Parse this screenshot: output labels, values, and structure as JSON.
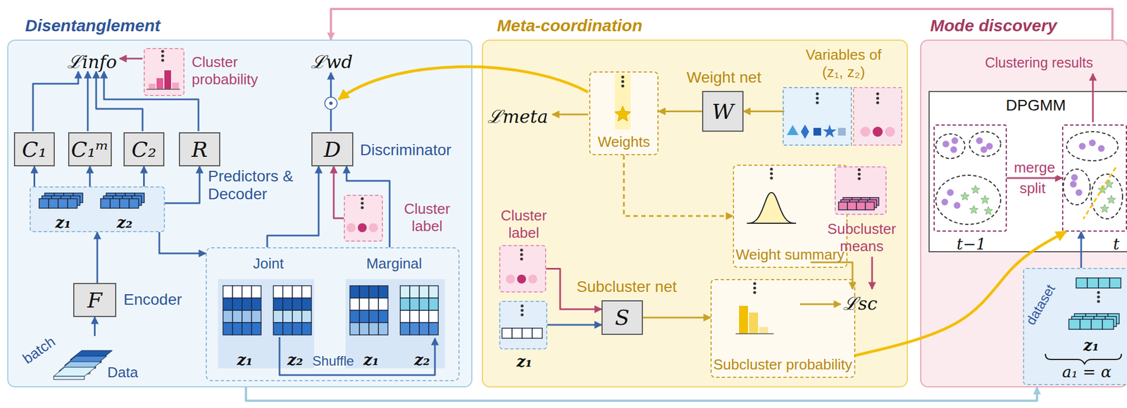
{
  "diagram": {
    "nodes": [
      {
        "text": [
          "Disentanglement"
        ]
      },
      {
        "text": [
          "C₁"
        ],
        "in": 0
      },
      {
        "text": [
          "C₁ᵐ"
        ],
        "in": 0
      },
      {
        "text": [
          "C₂"
        ],
        "in": 0
      },
      {
        "text": [
          "R"
        ],
        "in": 0
      },
      {
        "text": [
          "z₁",
          "z₂"
        ],
        "in": 0
      },
      {
        "text": [
          "F",
          "Encoder"
        ],
        "in": 0
      },
      {
        "text": [
          "D",
          "Discriminator"
        ],
        "in": 0
      },
      {
        "text": [
          "Joint",
          "Marginal",
          "z₁",
          "z₂",
          "z₁",
          "z₂",
          "Shuffle"
        ],
        "in": 0
      },
      {
        "text": [
          "Cluster label"
        ],
        "in": 0
      },
      {
        "text": [
          "Cluster probability"
        ],
        "in": 0
      },
      {
        "text": [
          "batch",
          "Data"
        ],
        "in": 0
      },
      {
        "text": [
          "Meta-coordination"
        ]
      },
      {
        "text": [
          "Weights"
        ],
        "in": 12
      },
      {
        "text": [
          "W",
          "Weight net"
        ],
        "in": 12
      },
      {
        "text": [
          "Variables of (z₁, z₂)"
        ],
        "in": 12
      },
      {
        "text": [
          "Weight summary"
        ],
        "in": 12
      },
      {
        "text": [
          "Subcluster means"
        ],
        "in": 12
      },
      {
        "text": [
          "Cluster label"
        ],
        "in": 12
      },
      {
        "text": [
          "z₁"
        ],
        "in": 12
      },
      {
        "text": [
          "S",
          "Subcluster net"
        ],
        "in": 12
      },
      {
        "text": [
          "Subcluster probability"
        ],
        "in": 12
      },
      {
        "text": [
          "Mode discovery"
        ]
      },
      {
        "text": [
          "DPGMM"
        ],
        "in": 22
      },
      {
        "text": [
          "t−1"
        ],
        "in": 23
      },
      {
        "text": [
          "t"
        ],
        "in": 23
      },
      {
        "text": [
          "dataset",
          "z₁",
          "a₁ = α"
        ],
        "in": 22
      }
    ],
    "edges": [
      {
        "from": 11,
        "to": 6,
        "arrow": "to"
      },
      {
        "from": 6,
        "to": 5,
        "arrow": "to"
      },
      {
        "from": 5,
        "to": 1,
        "arrow": "to"
      },
      {
        "from": 5,
        "to": 2,
        "arrow": "to"
      },
      {
        "from": 5,
        "to": 3,
        "arrow": "to"
      },
      {
        "from": 5,
        "to": 4,
        "arrow": "to"
      },
      {
        "from": 5,
        "to": 8,
        "arrow": "to"
      },
      {
        "from": 8,
        "to": 7,
        "arrow": "to"
      },
      {
        "from": 9,
        "to": 7,
        "arrow": "to"
      },
      {
        "from": 14,
        "to": 13,
        "arrow": "to"
      },
      {
        "from": 15,
        "to": 14,
        "arrow": "to"
      },
      {
        "from": 13,
        "to": 16,
        "arrow": "to"
      },
      {
        "from": 18,
        "to": 20,
        "arrow": "to"
      },
      {
        "from": 19,
        "to": 20,
        "arrow": "to"
      },
      {
        "from": 20,
        "to": 21,
        "arrow": "to"
      },
      {
        "from": 21,
        "to": 25,
        "arrow": "to"
      },
      {
        "from": 24,
        "to": 25,
        "label": "merge",
        "arrow": "to"
      },
      {
        "from": 26,
        "to": 25,
        "arrow": "to"
      },
      {
        "from": 22,
        "to": 0,
        "arrow": "to"
      },
      {
        "from": 0,
        "to": 22,
        "arrow": "to"
      }
    ],
    "labels": [
      "ℒinfo",
      "ℒwd",
      "Predictors & Decoder",
      "ℒmeta",
      "ℒsc",
      "Clustering results",
      "split"
    ]
  }
}
